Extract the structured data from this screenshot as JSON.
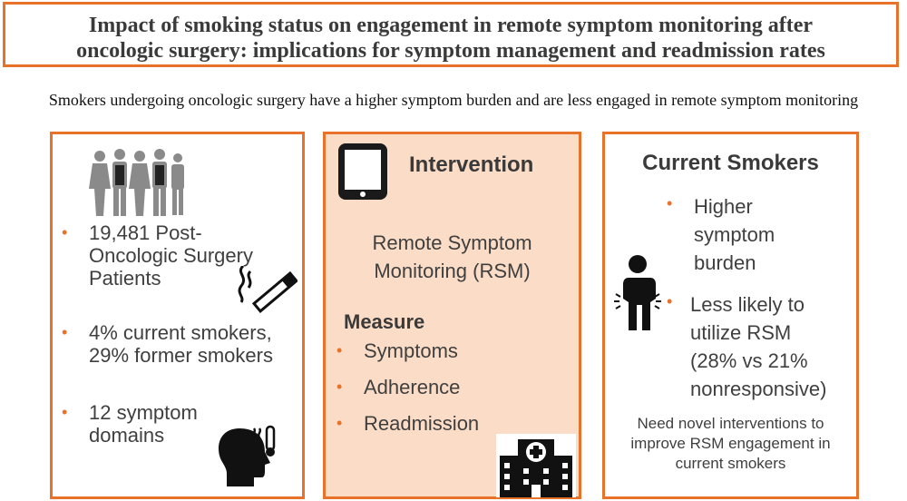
{
  "title": {
    "line1": "Impact of smoking status on engagement in remote symptom monitoring after",
    "line2": "oncologic surgery: implications for symptom management and readmission rates"
  },
  "subtitle": "Smokers undergoing oncologic surgery have a higher symptom burden and are less engaged in remote symptom monitoring",
  "panel_patients": {
    "bullets": [
      [
        "19,481 Post-",
        "Oncologic Surgery",
        "Patients"
      ],
      [
        "4% current smokers,",
        "29% former smokers"
      ],
      [
        "12 symptom",
        "domains"
      ]
    ],
    "icons": [
      "group-of-people-icon",
      "cigarette-icon",
      "sick-person-thermometer-icon"
    ]
  },
  "panel_intervention": {
    "heading": "Intervention",
    "rsm_lines": [
      "Remote Symptom",
      "Monitoring (RSM)"
    ],
    "measure_heading": "Measure",
    "measures": [
      "Symptoms",
      "Adherence",
      "Readmission"
    ],
    "icons": [
      "tablet-icon",
      "hospital-icon"
    ]
  },
  "panel_smokers": {
    "heading": "Current Smokers",
    "bullets": [
      [
        "Higher",
        "symptom",
        "burden"
      ],
      [
        "Less likely to",
        "utilize RSM",
        "(28% vs 21%",
        "nonresponsive)"
      ]
    ],
    "conclusion": [
      "Need novel interventions to",
      "improve RSM engagement in",
      "current smokers"
    ],
    "icons": [
      "person-in-pain-icon"
    ]
  },
  "colors": {
    "accent": "#e8722a",
    "panel_fill": "#fbdcc6",
    "text": "#3f3f3f"
  }
}
